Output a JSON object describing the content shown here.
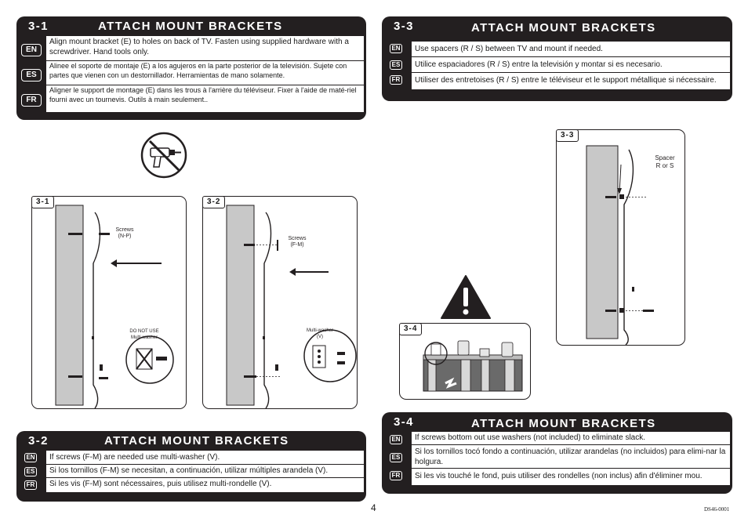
{
  "sections": {
    "s31": {
      "num": "3-1",
      "title": "ATTACH MOUNT BRACKETS",
      "en": "Align mount bracket (E) to holes on back of TV.  Fasten using supplied hardware with a screwdriver.   Hand tools only.",
      "es": "Alinee el soporte de montaje (E) a los agujeros en la parte posterior de la televisión. Sujete con partes que vienen con un destornillador. Herramientas de mano solamente.",
      "fr": "Aligner le support de montage (E) dans les trous à l'arrière du téléviseur. Fixer à l'aide de maté-riel fourni avec un tournevis. Outils à main seulement.."
    },
    "s32": {
      "num": "3-2",
      "title": "ATTACH MOUNT BRACKETS",
      "en": "If screws (F-M) are needed use multi-washer (V).",
      "es": "Si los tornillos (F-M) se necesitan, a continuación, utilizar múltiples arandela (V).",
      "fr": "Si les vis (F-M) sont nécessaires, puis utilisez multi-rondelle (V)."
    },
    "s33": {
      "num": "3-3",
      "title": "ATTACH MOUNT BRACKETS",
      "en": "Use spacers (R / S) between TV and mount if needed.",
      "es": "Utilice espaciadores (R / S) entre la televisión y montar si es necesario.",
      "fr": "Utiliser des entretoises (R / S) entre le téléviseur et le support métallique si nécessaire."
    },
    "s34": {
      "num": "3-4",
      "title": "ATTACH MOUNT BRACKETS",
      "en": "If screws bottom out use washers (not included) to eliminate slack.",
      "es": "Si los tornillos tocó fondo a continuación, utilizar arandelas (no incluidos) para elimi-nar la holgura.",
      "fr": "Si les vis touché le fond, puis utiliser des rondelles (non inclus) afin d'éliminer mou."
    }
  },
  "langs": {
    "en": "EN",
    "es": "ES",
    "fr": "FR"
  },
  "figures": {
    "f31": {
      "tag": "3-1",
      "screws": "Screws\n(N-P)",
      "warn": "DO NOT USE\nMulti-washer"
    },
    "f32": {
      "tag": "3-2",
      "screws": "Screws\n(F-M)",
      "washer": "Multi-washer\n(V)"
    },
    "f33": {
      "tag": "3-3",
      "spacer": "Spacer\nR or S"
    },
    "f34": {
      "tag": "3-4"
    }
  },
  "icons": {
    "no_power_drill": "no-power-drill-icon",
    "warning": "warning-triangle-icon"
  },
  "page_number": "4",
  "doc_id": "DS46-0001"
}
